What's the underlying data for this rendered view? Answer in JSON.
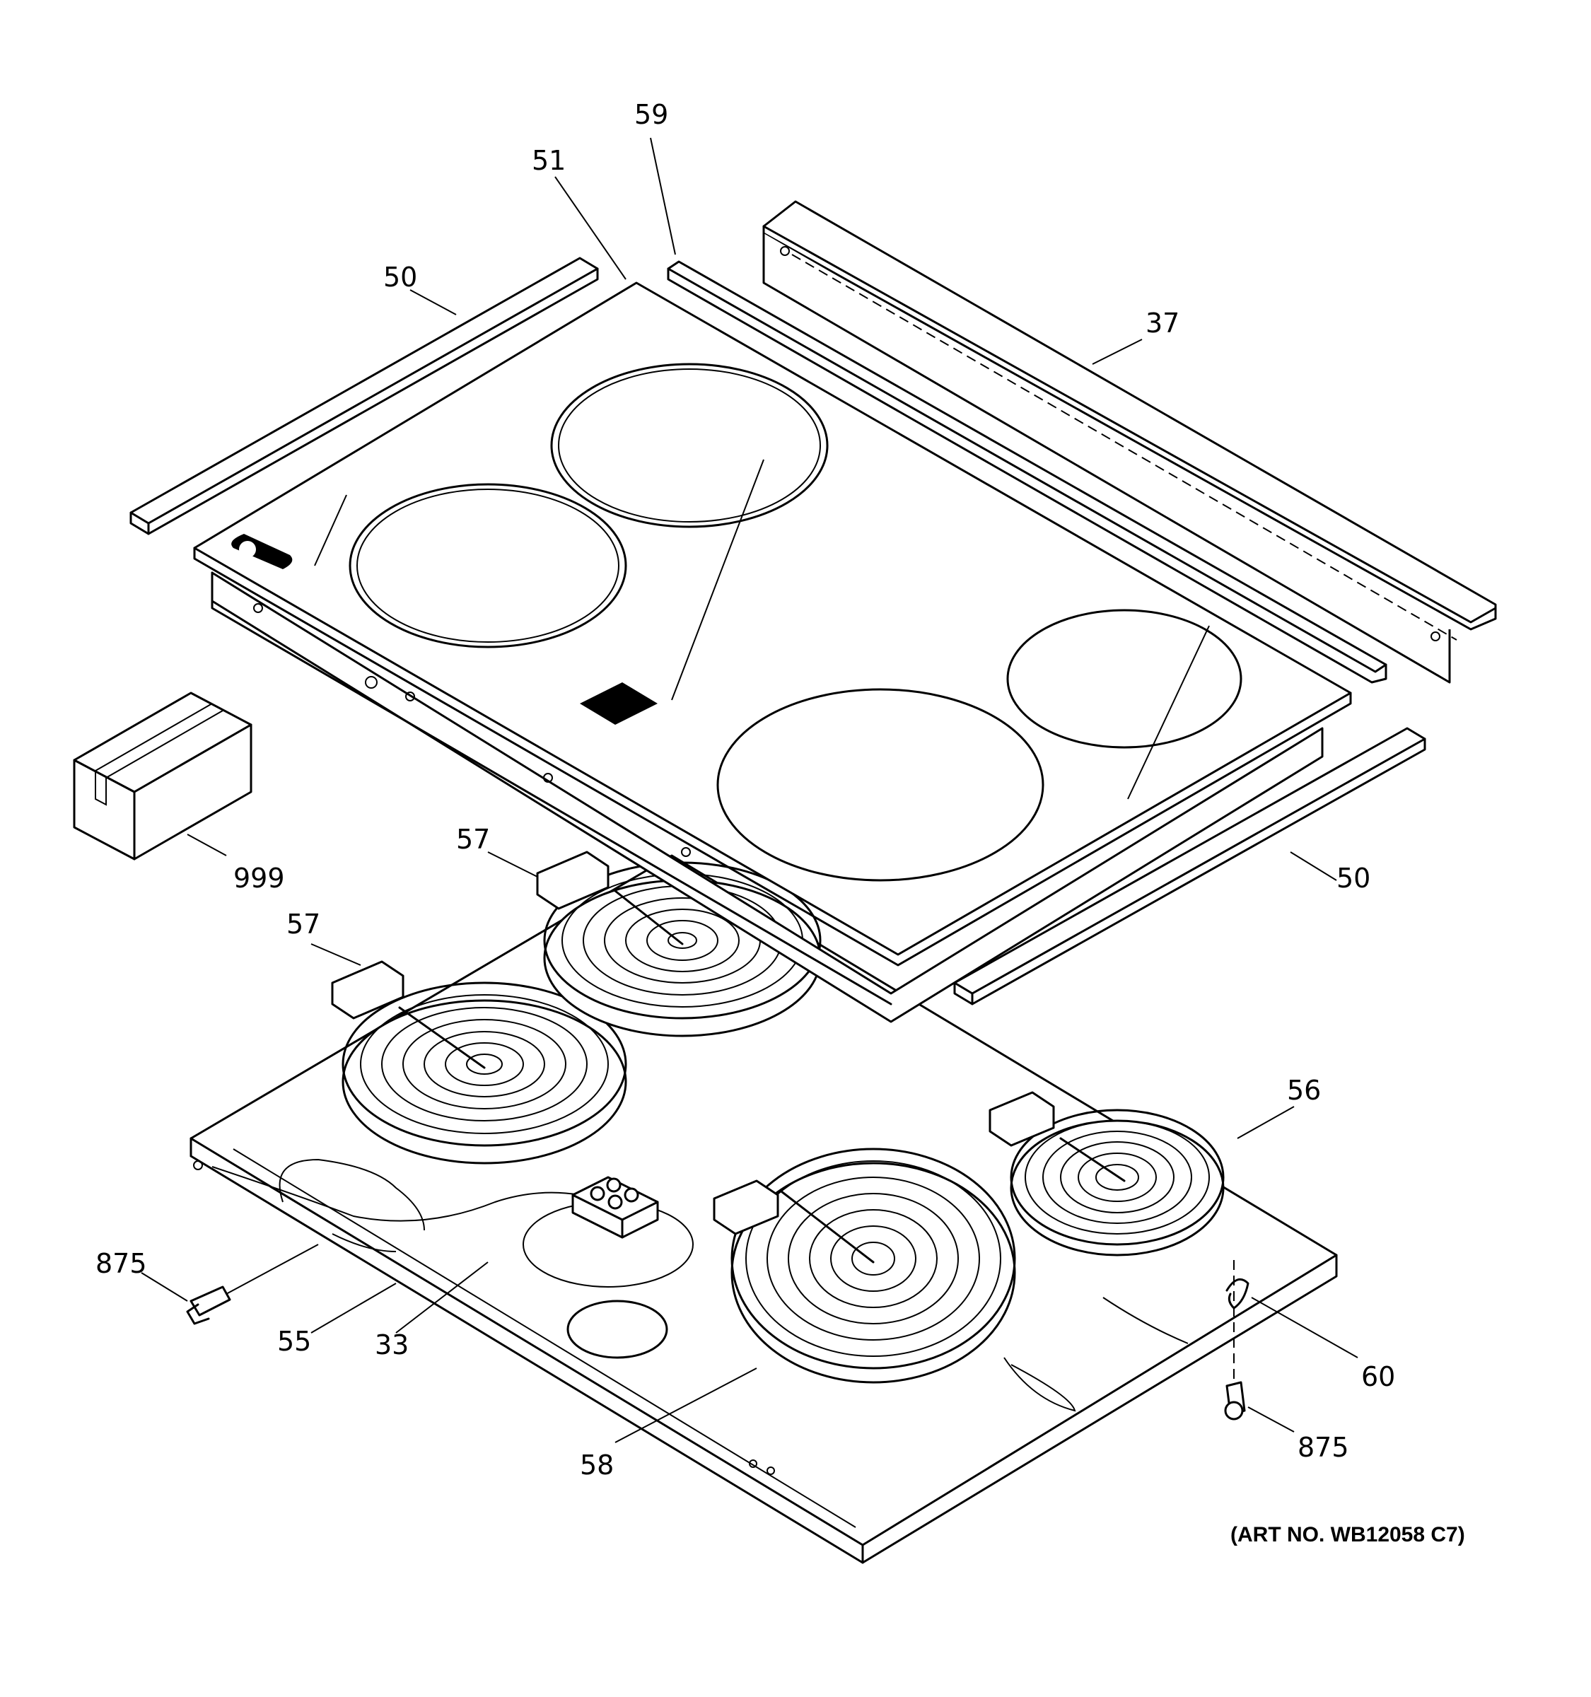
{
  "callouts": [
    {
      "id": "c59",
      "text": "59"
    },
    {
      "id": "c51",
      "text": "51"
    },
    {
      "id": "c50a",
      "text": "50"
    },
    {
      "id": "c37",
      "text": "37"
    },
    {
      "id": "c999",
      "text": "999"
    },
    {
      "id": "c57a",
      "text": "57"
    },
    {
      "id": "c50b",
      "text": "50"
    },
    {
      "id": "c57b",
      "text": "57"
    },
    {
      "id": "c56",
      "text": "56"
    },
    {
      "id": "c875a",
      "text": "875"
    },
    {
      "id": "c55",
      "text": "55"
    },
    {
      "id": "c33",
      "text": "33"
    },
    {
      "id": "c60",
      "text": "60"
    },
    {
      "id": "c58",
      "text": "58"
    },
    {
      "id": "c875b",
      "text": "875"
    }
  ],
  "art_number": "(ART NO. WB12058 C7)",
  "colors": {
    "line": "#000000",
    "background": "#ffffff",
    "logo_fill": "#000000"
  },
  "icons": [
    "cooktop-glass",
    "trim-strip",
    "rear-bracket",
    "carton-box",
    "radiant-element",
    "terminal-block",
    "screw",
    "clip",
    "burner-box"
  ]
}
